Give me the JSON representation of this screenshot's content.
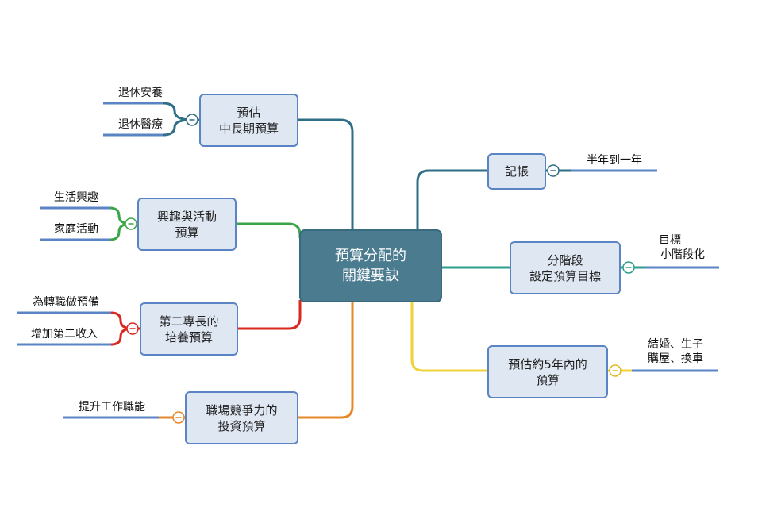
{
  "center": {
    "line1": "預算分配的",
    "line2": "關鍵要訣"
  },
  "topics": {
    "mid_long": {
      "line1": "預估",
      "line2": "中長期預算"
    },
    "hobby": {
      "line1": "興趣與活動",
      "line2": "預算"
    },
    "second_skill": {
      "line1": "第二專長的",
      "line2": "培養預算"
    },
    "invest": {
      "line1": "職場競爭力的",
      "line2": "投資預算"
    },
    "bookkeeping": {
      "line1": "記帳"
    },
    "stage": {
      "line1": "分階段",
      "line2": "設定預算目標"
    },
    "five_year": {
      "line1": "預估約5年內的",
      "line2": "預算"
    }
  },
  "leaves": {
    "retire_care": "退休安養",
    "retire_medical": "退休醫療",
    "life_hobby": "生活興趣",
    "family_activity": "家庭活動",
    "career_change": "為轉職做預備",
    "second_income": "增加第二收入",
    "skill_up": "提升工作職能",
    "half_to_one_year": "半年到一年",
    "goal_line1": "目標",
    "goal_line2": "小階段化",
    "life_line1": "結婚、生子",
    "life_line2": "購屋、換車"
  },
  "colors": {
    "teal_dark": "#2e6e86",
    "green": "#3aa647",
    "red": "#d9281e",
    "orange": "#e6892b",
    "teal_light": "#2e9f8c",
    "yellow": "#f0d23a",
    "blue": "#5b84c4",
    "node_fill": "#dfe7f2",
    "center_fill": "#4a7b8f"
  }
}
